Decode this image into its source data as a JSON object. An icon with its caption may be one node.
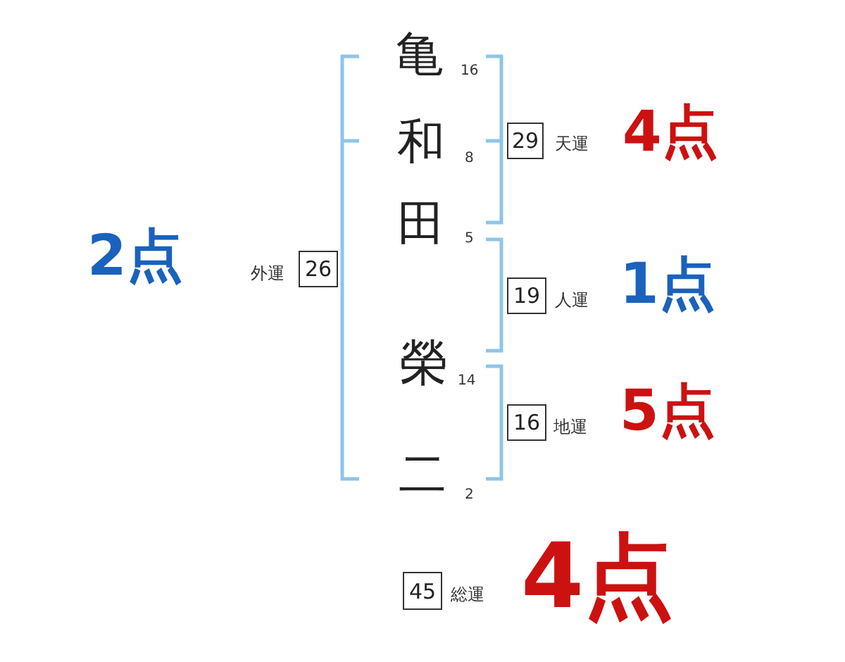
{
  "diagram": {
    "nodes": [
      {
        "text": [
          "29"
        ],
        "beside": [
          "天運",
          "4点"
        ]
      },
      {
        "text": [
          "26"
        ],
        "beside": [
          "2点",
          "外運"
        ]
      },
      {
        "text": [
          "19"
        ],
        "beside": [
          "人運",
          "1点"
        ]
      },
      {
        "text": [
          "16"
        ],
        "beside": [
          "地運",
          "5点"
        ]
      },
      {
        "text": [
          "45"
        ],
        "beside": [
          "総運",
          "4点"
        ]
      }
    ],
    "labels": [
      "亀",
      "16",
      "和",
      "8",
      "田",
      "5",
      "榮",
      "14",
      "二",
      "2"
    ]
  }
}
